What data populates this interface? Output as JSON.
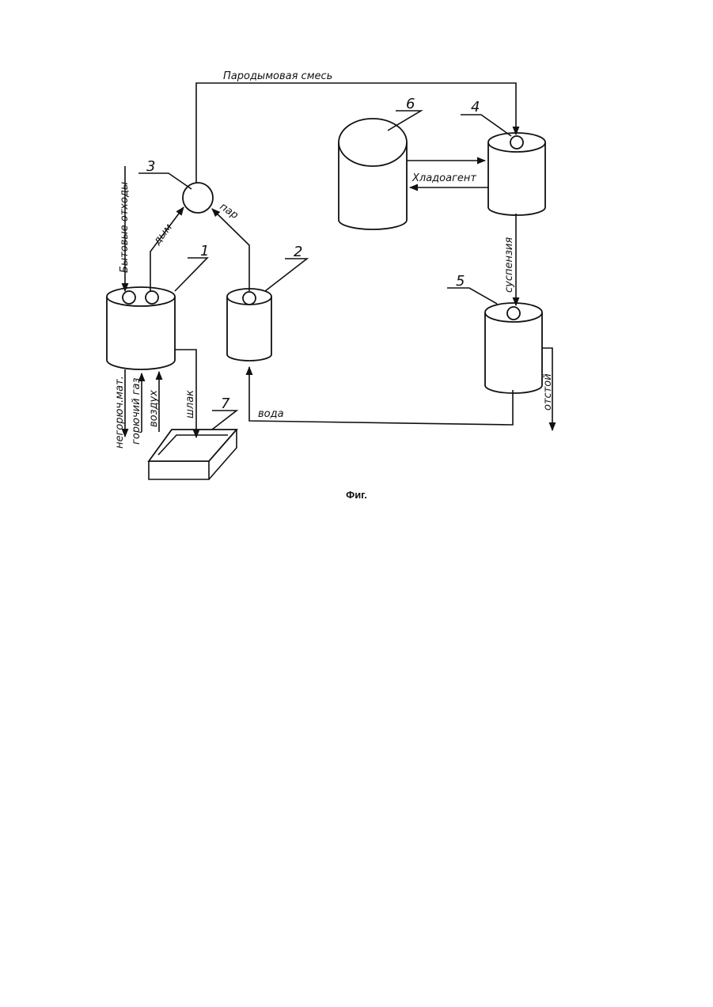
{
  "labels": {
    "steam_smoke_mix": "Пародымовая смесь",
    "household_waste": "Бытовые отходы",
    "smoke": "дым",
    "steam": "пар",
    "refrigerant": "Хладоагент",
    "suspension": "суспензия",
    "noncombustible": "негорюч.мат.",
    "combustible_gas": "горючий газ",
    "air": "воздух",
    "slag": "шлак",
    "water": "вода",
    "sludge": "отстой"
  },
  "numbers": {
    "n1": "1",
    "n2": "2",
    "n3": "3",
    "n4": "4",
    "n5": "5",
    "n6": "6",
    "n7": "7"
  },
  "caption": "Фиг."
}
